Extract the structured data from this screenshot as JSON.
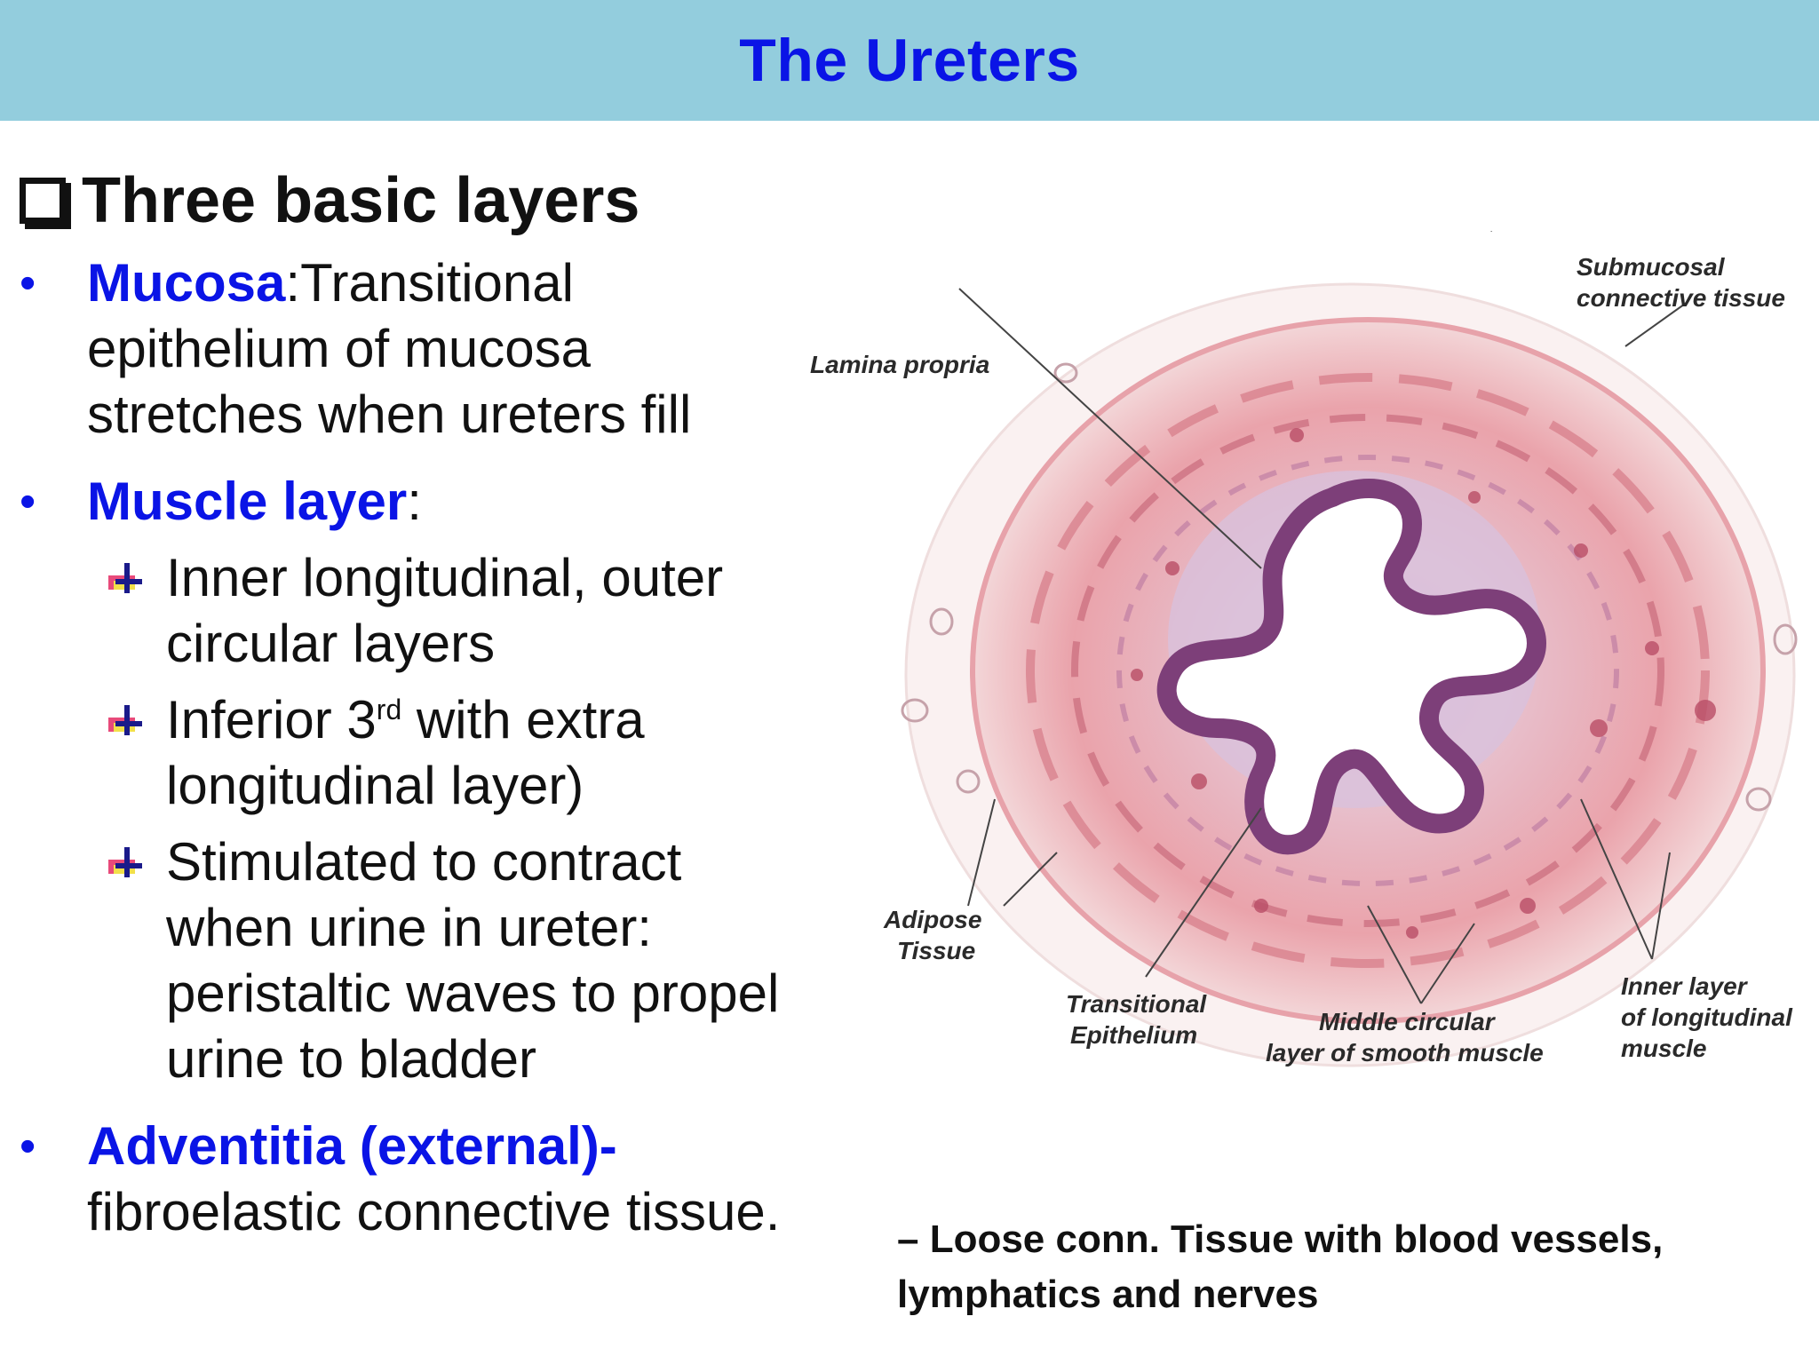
{
  "title": "The Ureters",
  "heading": "Three basic layers",
  "bullets": {
    "mucosa": {
      "term": "Mucosa",
      "sep": ":",
      "text": "Transitional epithelium of mucosa stretches when ureters fill"
    },
    "muscle": {
      "term": "Muscle layer",
      "sep": ":",
      "sub1": "Inner longitudinal, outer circular layers",
      "sub2_pre": "Inferior 3",
      "sub2_sup": "rd",
      "sub2_post": " with extra longitudinal layer)",
      "sub3": "Stimulated to contract when urine in ureter: peristaltic waves to propel urine to bladder"
    },
    "adventitia": {
      "term": "Adventitia (external)-",
      "text": "fibroelastic connective tissue."
    }
  },
  "figure_labels": {
    "submucosal_1": "Submucosal",
    "submucosal_2": "connective tissue",
    "lamina": "Lamina propria",
    "adipose_1": "Adipose",
    "adipose_2": "Tissue",
    "transitional_1": "Transitional",
    "transitional_2": "Epithelium",
    "middle_1": "Middle circular",
    "middle_2": "layer of smooth muscle",
    "inner_1": "Inner layer",
    "inner_2": "of longitudinal",
    "inner_3": "muscle"
  },
  "caption": "– Loose conn. Tissue with blood vessels, lymphatics  and nerves",
  "colors": {
    "title_bg": "#93cddd",
    "accent": "#0a14e6"
  }
}
